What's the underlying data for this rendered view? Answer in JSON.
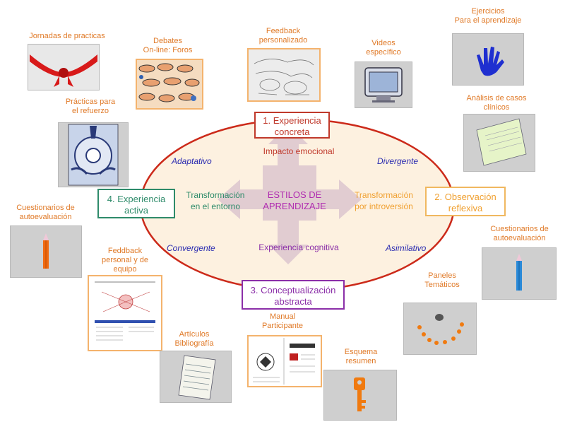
{
  "center": {
    "line1": "ESTILOS  DE",
    "line2": "APRENDIZAJE"
  },
  "phases": {
    "concreta": {
      "line1": "1. Experiencia",
      "line2": "concreta"
    },
    "reflexiva": {
      "line1": "2. Observación",
      "line2": "reflexiva"
    },
    "abstracta": {
      "line1": "3. Conceptualización",
      "line2": "abstracta"
    },
    "activa": {
      "line1": "4. Experiencia",
      "line2": "activa"
    }
  },
  "axis_labels": {
    "top": "Impacto emocional",
    "left_line1": "Transformación",
    "left_line2": "en el entorno",
    "right_line1": "Transformación",
    "right_line2": "por introversión",
    "bottom": "Experiencia cognitiva"
  },
  "styles": {
    "adaptativo": "Adaptativo",
    "divergente": "Divergente",
    "convergente": "Convergente",
    "asimilativo": "Asimilativo"
  },
  "resources": {
    "jornadas": {
      "line1": "Jornadas de practicas"
    },
    "debates": {
      "line1": "Debates",
      "line2": "On-line: Foros"
    },
    "feedback_personalizado": {
      "line1": "Feedback",
      "line2": "personalizado"
    },
    "videos": {
      "line1": "Videos",
      "line2": "específico"
    },
    "ejercicios": {
      "line1": "Ejercicios",
      "line2": "Para el aprendizaje"
    },
    "analisis": {
      "line1": "Análisis de casos",
      "line2": "clínicos"
    },
    "practicas_refuerzo": {
      "line1": "Prácticas para",
      "line2": "el refuerzo"
    },
    "cuestionarios_left": {
      "line1": "Cuestionarios de",
      "line2": "autoevaluación"
    },
    "cuestionarios_right": {
      "line1": "Cuestionarios de",
      "line2": "autoevaluación"
    },
    "feedback_equipo": {
      "line1": "Feddback",
      "line2": "personal y de",
      "line3": "equipo"
    },
    "articulos": {
      "line1": "Artículos",
      "line2": "Bibliografía"
    },
    "manual": {
      "line1": "Manual",
      "line2": "Participante"
    },
    "esquema": {
      "line1": "Esquema",
      "line2": "resumen"
    },
    "paneles": {
      "line1": "Paneles",
      "line2": "Temáticos"
    }
  },
  "colors": {
    "ellipse_border": "#cc2a1a",
    "ellipse_fill": "#fdf1e0",
    "concreta": "#c0392b",
    "reflexiva": "#f0a030",
    "abstracta": "#8b2fa8",
    "activa": "#2e8b6a",
    "style_words": "#2b2bb0",
    "captions": "#e07a28"
  },
  "icons": {
    "jornadas": "ribbon-icon",
    "debates": "lips-collage-icon",
    "feedback_personalizado": "sketch-icon",
    "videos": "monitor-icon",
    "ejercicios": "hand-icon",
    "analisis": "document-icon",
    "practicas_refuerzo": "workbench-icon",
    "cuestionarios": "pencil-icon",
    "feedback_equipo": "mindmap-icon",
    "articulos": "article-icon",
    "manual": "manual-icon",
    "esquema": "key-icon",
    "paneles": "smiley-icon"
  }
}
